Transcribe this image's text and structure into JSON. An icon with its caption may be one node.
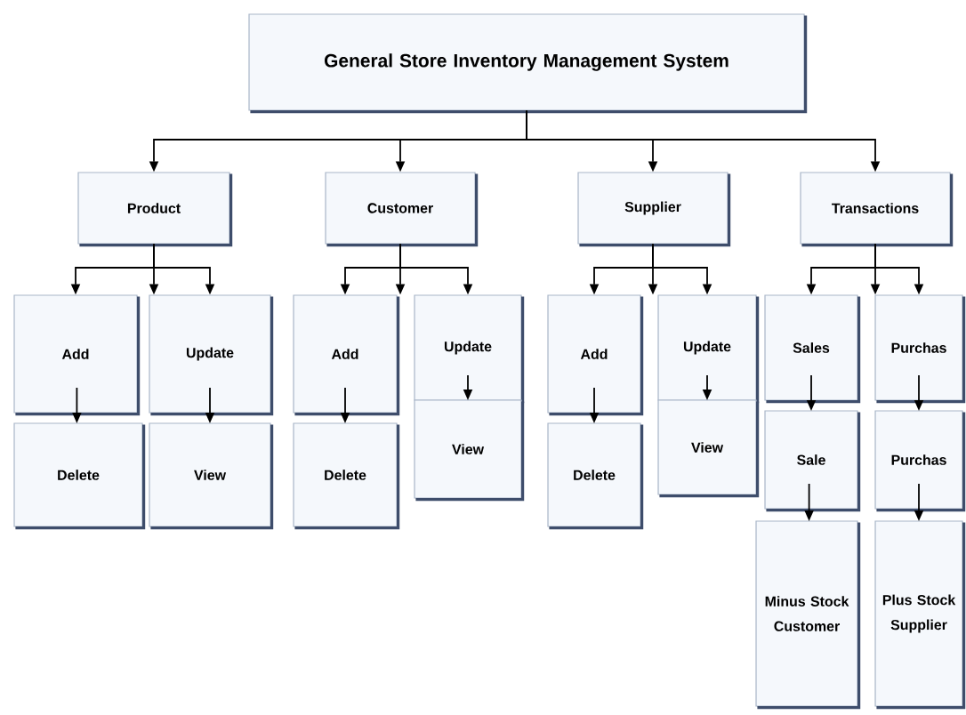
{
  "diagram": {
    "nodes": [
      {
        "text": [
          "General Store Inventory Management System"
        ]
      },
      {
        "text": [
          "Product"
        ]
      },
      {
        "text": [
          "Customer"
        ]
      },
      {
        "text": [
          "Supplier"
        ]
      },
      {
        "text": [
          "Transactions"
        ]
      },
      {
        "text": [
          "Add"
        ]
      },
      {
        "text": [
          "Update"
        ]
      },
      {
        "text": [
          "Delete"
        ]
      },
      {
        "text": [
          "View"
        ]
      },
      {
        "text": [
          "Add"
        ]
      },
      {
        "text": [
          "Update"
        ]
      },
      {
        "text": [
          "Delete"
        ]
      },
      {
        "text": [
          "View"
        ]
      },
      {
        "text": [
          "Add"
        ]
      },
      {
        "text": [
          "Update"
        ]
      },
      {
        "text": [
          "Delete"
        ]
      },
      {
        "text": [
          "View"
        ]
      },
      {
        "text": [
          "Sales"
        ]
      },
      {
        "text": [
          "Purchas"
        ]
      },
      {
        "text": [
          "Sale"
        ]
      },
      {
        "text": [
          "Purchas"
        ]
      },
      {
        "text": [
          "Minus Stock Customer"
        ]
      },
      {
        "text": [
          "Plus Stock Supplier"
        ]
      }
    ],
    "edges": [
      {
        "from": 0,
        "to": 1,
        "arrow": "to"
      },
      {
        "from": 0,
        "to": 2,
        "arrow": "to"
      },
      {
        "from": 0,
        "to": 3,
        "arrow": "to"
      },
      {
        "from": 0,
        "to": 4,
        "arrow": "to"
      },
      {
        "from": 1,
        "to": 5,
        "arrow": "to"
      },
      {
        "from": 1,
        "to": 6,
        "arrow": "to"
      },
      {
        "from": 1,
        "to": 6,
        "arrow": "to"
      },
      {
        "from": 2,
        "to": 9,
        "arrow": "to"
      },
      {
        "from": 2,
        "to": 9,
        "arrow": "to"
      },
      {
        "from": 2,
        "to": 10,
        "arrow": "to"
      },
      {
        "from": 3,
        "to": 13,
        "arrow": "to"
      },
      {
        "from": 3,
        "to": 14,
        "arrow": "to"
      },
      {
        "from": 3,
        "to": 14,
        "arrow": "to"
      },
      {
        "from": 4,
        "to": 17,
        "arrow": "to"
      },
      {
        "from": 4,
        "to": 18,
        "arrow": "to"
      },
      {
        "from": 4,
        "to": 18,
        "arrow": "to"
      },
      {
        "from": 5,
        "to": 7,
        "arrow": "to"
      },
      {
        "from": 6,
        "to": 8,
        "arrow": "to"
      },
      {
        "from": 9,
        "to": 11,
        "arrow": "to"
      },
      {
        "from": 10,
        "to": 12,
        "arrow": "to"
      },
      {
        "from": 13,
        "to": 15,
        "arrow": "to"
      },
      {
        "from": 14,
        "to": 16,
        "arrow": "to"
      },
      {
        "from": 17,
        "to": 19,
        "arrow": "to"
      },
      {
        "from": 19,
        "to": 21,
        "arrow": "to"
      },
      {
        "from": 18,
        "to": 20,
        "arrow": "to"
      },
      {
        "from": 20,
        "to": 22,
        "arrow": "to"
      }
    ]
  }
}
